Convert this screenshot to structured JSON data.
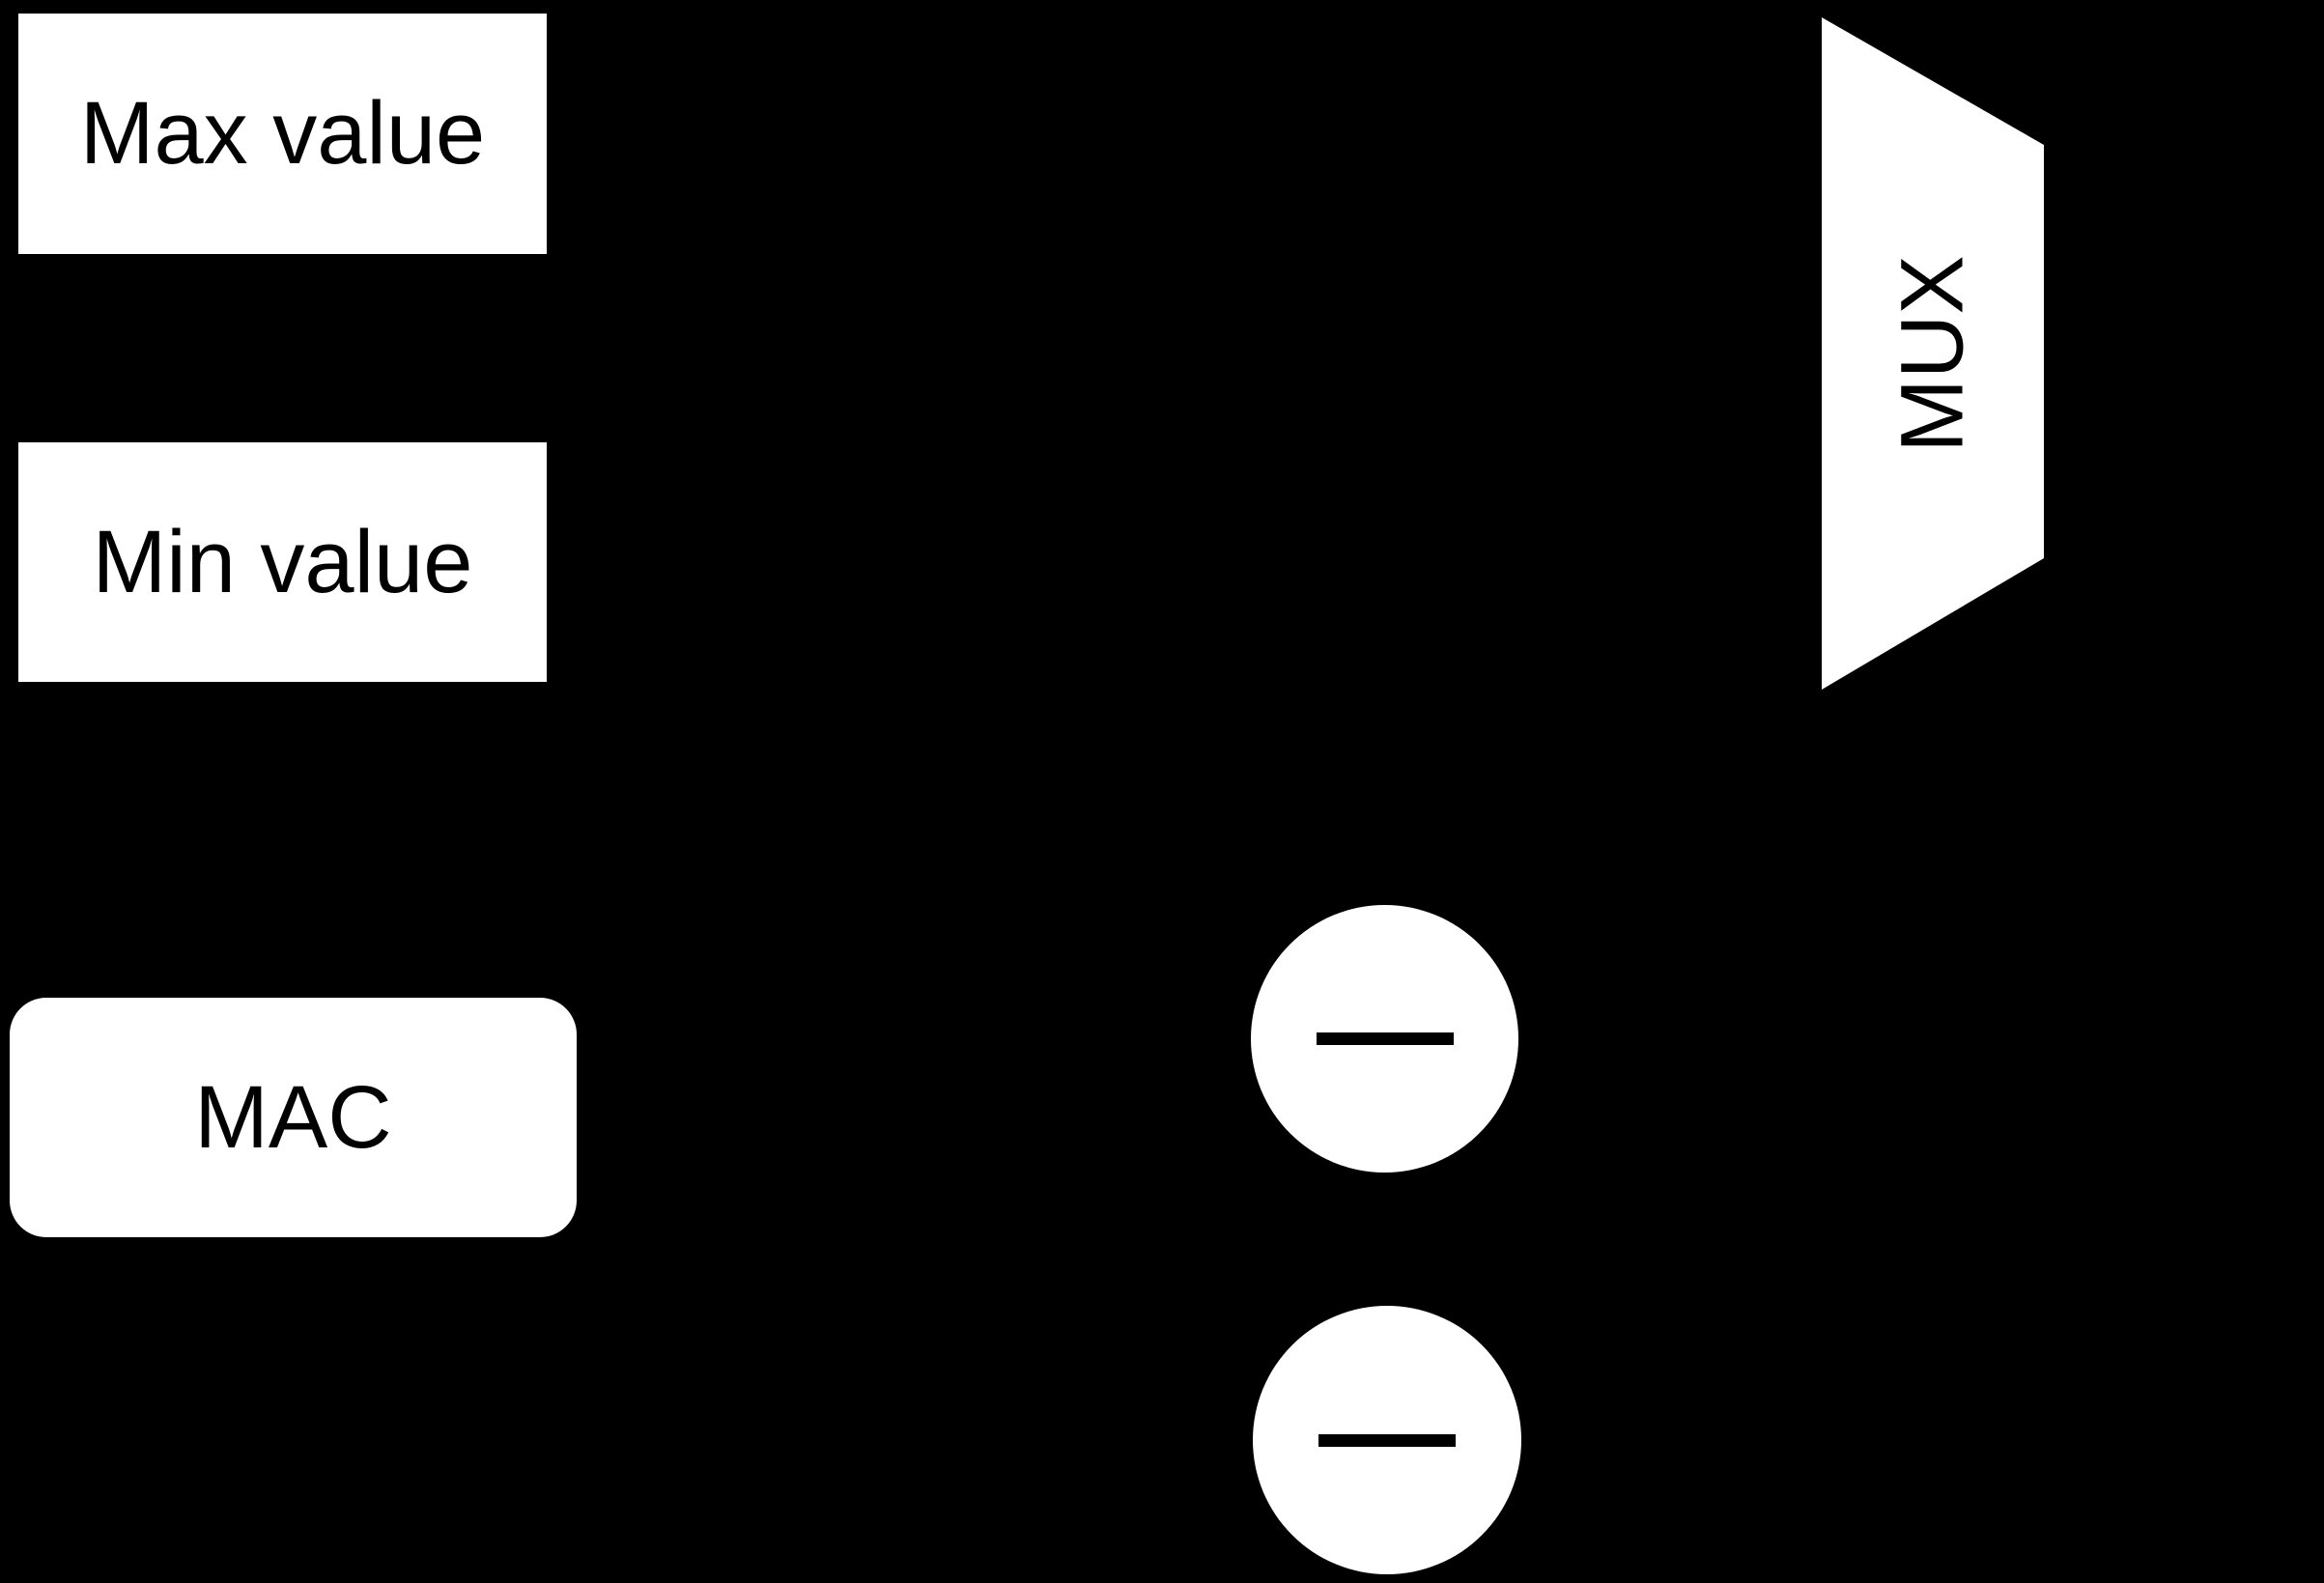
{
  "colors": {
    "background": "#000000",
    "shape_fill": "#ffffff",
    "shape_text": "#000000"
  },
  "nodes": {
    "max_value": {
      "label": "Max value"
    },
    "min_value": {
      "label": "Min value"
    },
    "mac": {
      "label": "MAC"
    },
    "mux": {
      "label": "MUX"
    },
    "subtract_top": {
      "icon": "minus-icon"
    },
    "subtract_bottom": {
      "icon": "minus-icon"
    }
  }
}
